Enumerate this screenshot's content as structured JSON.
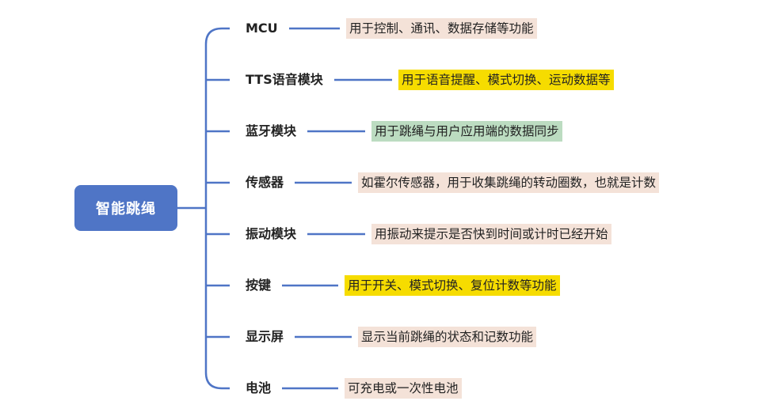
{
  "root": {
    "label": "智能跳绳"
  },
  "colors": {
    "root_bg": "#4f75c6",
    "line": "#4f75c6",
    "peach": "#f4e2d8",
    "yellow": "#f6dc00",
    "green": "#bcdcc1"
  },
  "branches": [
    {
      "label": "MCU",
      "desc": "用于控制、通讯、数据存储等功能",
      "highlight": "peach"
    },
    {
      "label": "TTS语音模块",
      "desc": "用于语音提醒、模式切换、运动数据等",
      "highlight": "yellow"
    },
    {
      "label": "蓝牙模块",
      "desc": "用于跳绳与用户应用端的数据同步",
      "highlight": "green"
    },
    {
      "label": "传感器",
      "desc": "如霍尔传感器，用于收集跳绳的转动圈数，也就是计数",
      "highlight": "peach"
    },
    {
      "label": "振动模块",
      "desc": "用振动来提示是否快到时间或计时已经开始",
      "highlight": "peach"
    },
    {
      "label": "按键",
      "desc": "用于开关、模式切换、复位计数等功能",
      "highlight": "yellow"
    },
    {
      "label": "显示屏",
      "desc": "显示当前跳绳的状态和记数功能",
      "highlight": "peach"
    },
    {
      "label": "电池",
      "desc": "可充电或一次性电池",
      "highlight": "peach"
    }
  ]
}
